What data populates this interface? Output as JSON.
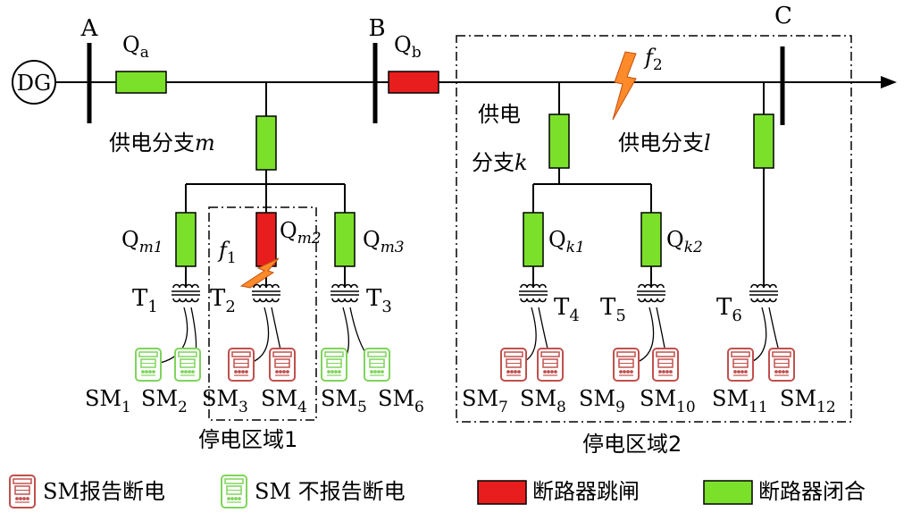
{
  "colors": {
    "closed": "#7be02a",
    "tripped": "#e81e1e",
    "meter_report": "#c0504d",
    "meter_noreport": "#7fd45a",
    "fault": "#ff8a2a",
    "line": "#000000"
  },
  "source": {
    "label": "DG"
  },
  "buses": {
    "a": "A",
    "b": "B",
    "c": "C"
  },
  "breakers": {
    "qa": {
      "base": "Q",
      "sub": "a",
      "state": "closed"
    },
    "qb": {
      "base": "Q",
      "sub": "b",
      "state": "tripped"
    },
    "qm1": {
      "base": "Q",
      "sub": "m1",
      "state": "closed"
    },
    "qm2": {
      "base": "Q",
      "sub": "m2",
      "state": "tripped"
    },
    "qm3": {
      "base": "Q",
      "sub": "m3",
      "state": "closed"
    },
    "qk1": {
      "base": "Q",
      "sub": "k1",
      "state": "closed"
    },
    "qk2": {
      "base": "Q",
      "sub": "k2",
      "state": "closed"
    },
    "branch_m": {
      "state": "closed"
    },
    "branch_k": {
      "state": "closed"
    },
    "branch_l": {
      "state": "closed"
    }
  },
  "branches": {
    "m": {
      "prefix": "供电分支",
      "var": "m"
    },
    "k": {
      "line1": "供电",
      "prefix": "分支",
      "var": "k"
    },
    "l": {
      "prefix": "供电分支",
      "var": "l"
    }
  },
  "faults": {
    "f1": {
      "base": "f",
      "sub": "1"
    },
    "f2": {
      "base": "f",
      "sub": "2"
    }
  },
  "transformers": [
    "T1",
    "T2",
    "T3",
    "T4",
    "T5",
    "T6"
  ],
  "meters": [
    {
      "label": "SM",
      "sub": "1",
      "reports": false
    },
    {
      "label": "SM",
      "sub": "2",
      "reports": false
    },
    {
      "label": "SM",
      "sub": "3",
      "reports": true
    },
    {
      "label": "SM",
      "sub": "4",
      "reports": true
    },
    {
      "label": "SM",
      "sub": "5",
      "reports": false
    },
    {
      "label": "SM",
      "sub": "6",
      "reports": false
    },
    {
      "label": "SM",
      "sub": "7",
      "reports": true
    },
    {
      "label": "SM",
      "sub": "8",
      "reports": true
    },
    {
      "label": "SM",
      "sub": "9",
      "reports": true
    },
    {
      "label": "SM",
      "sub": "10",
      "reports": true
    },
    {
      "label": "SM",
      "sub": "11",
      "reports": true
    },
    {
      "label": "SM",
      "sub": "12",
      "reports": true
    }
  ],
  "outage_areas": {
    "area1": "停电区域1",
    "area2": "停电区域2"
  },
  "legend": {
    "report": "SM报告断电",
    "noreport": "SM 不报告断电",
    "tripped": "断路器跳闸",
    "closed": "断路器闭合"
  }
}
